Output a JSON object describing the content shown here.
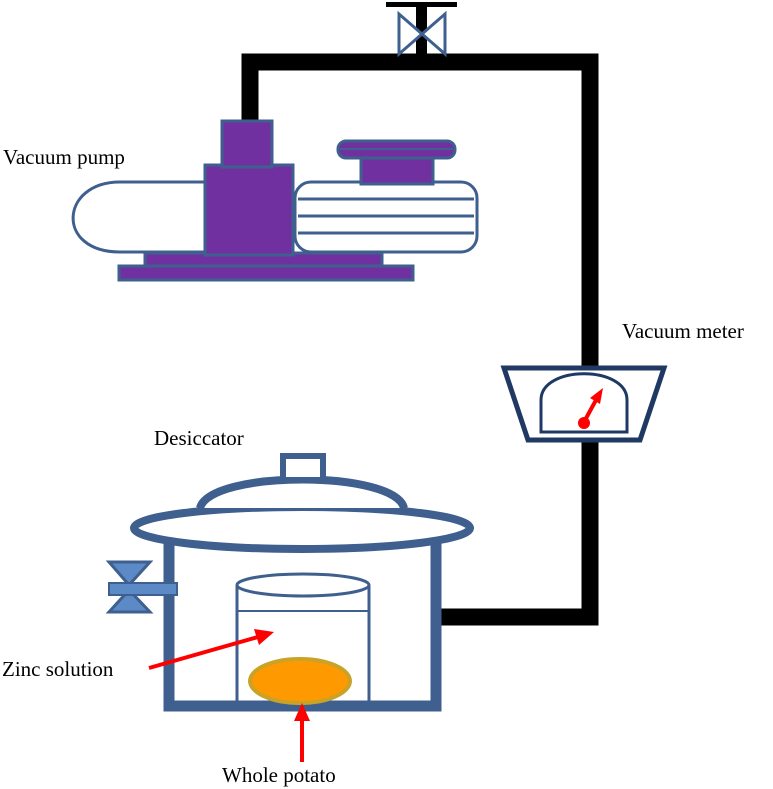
{
  "labels": {
    "vacuum_pump": "Vacuum pump",
    "vacuum_meter": "Vacuum meter",
    "desiccator": "Desiccator",
    "zinc_solution": "Zinc solution",
    "whole_potato": "Whole potato"
  },
  "colors": {
    "outline": "#3f5f8f",
    "pump_body": "#7030a0",
    "pipe": "#000000",
    "arrow": "#ff0000",
    "potato_fill": "#ff9900",
    "potato_outline": "#c9a227",
    "valve_fill": "#5b8ac6"
  }
}
